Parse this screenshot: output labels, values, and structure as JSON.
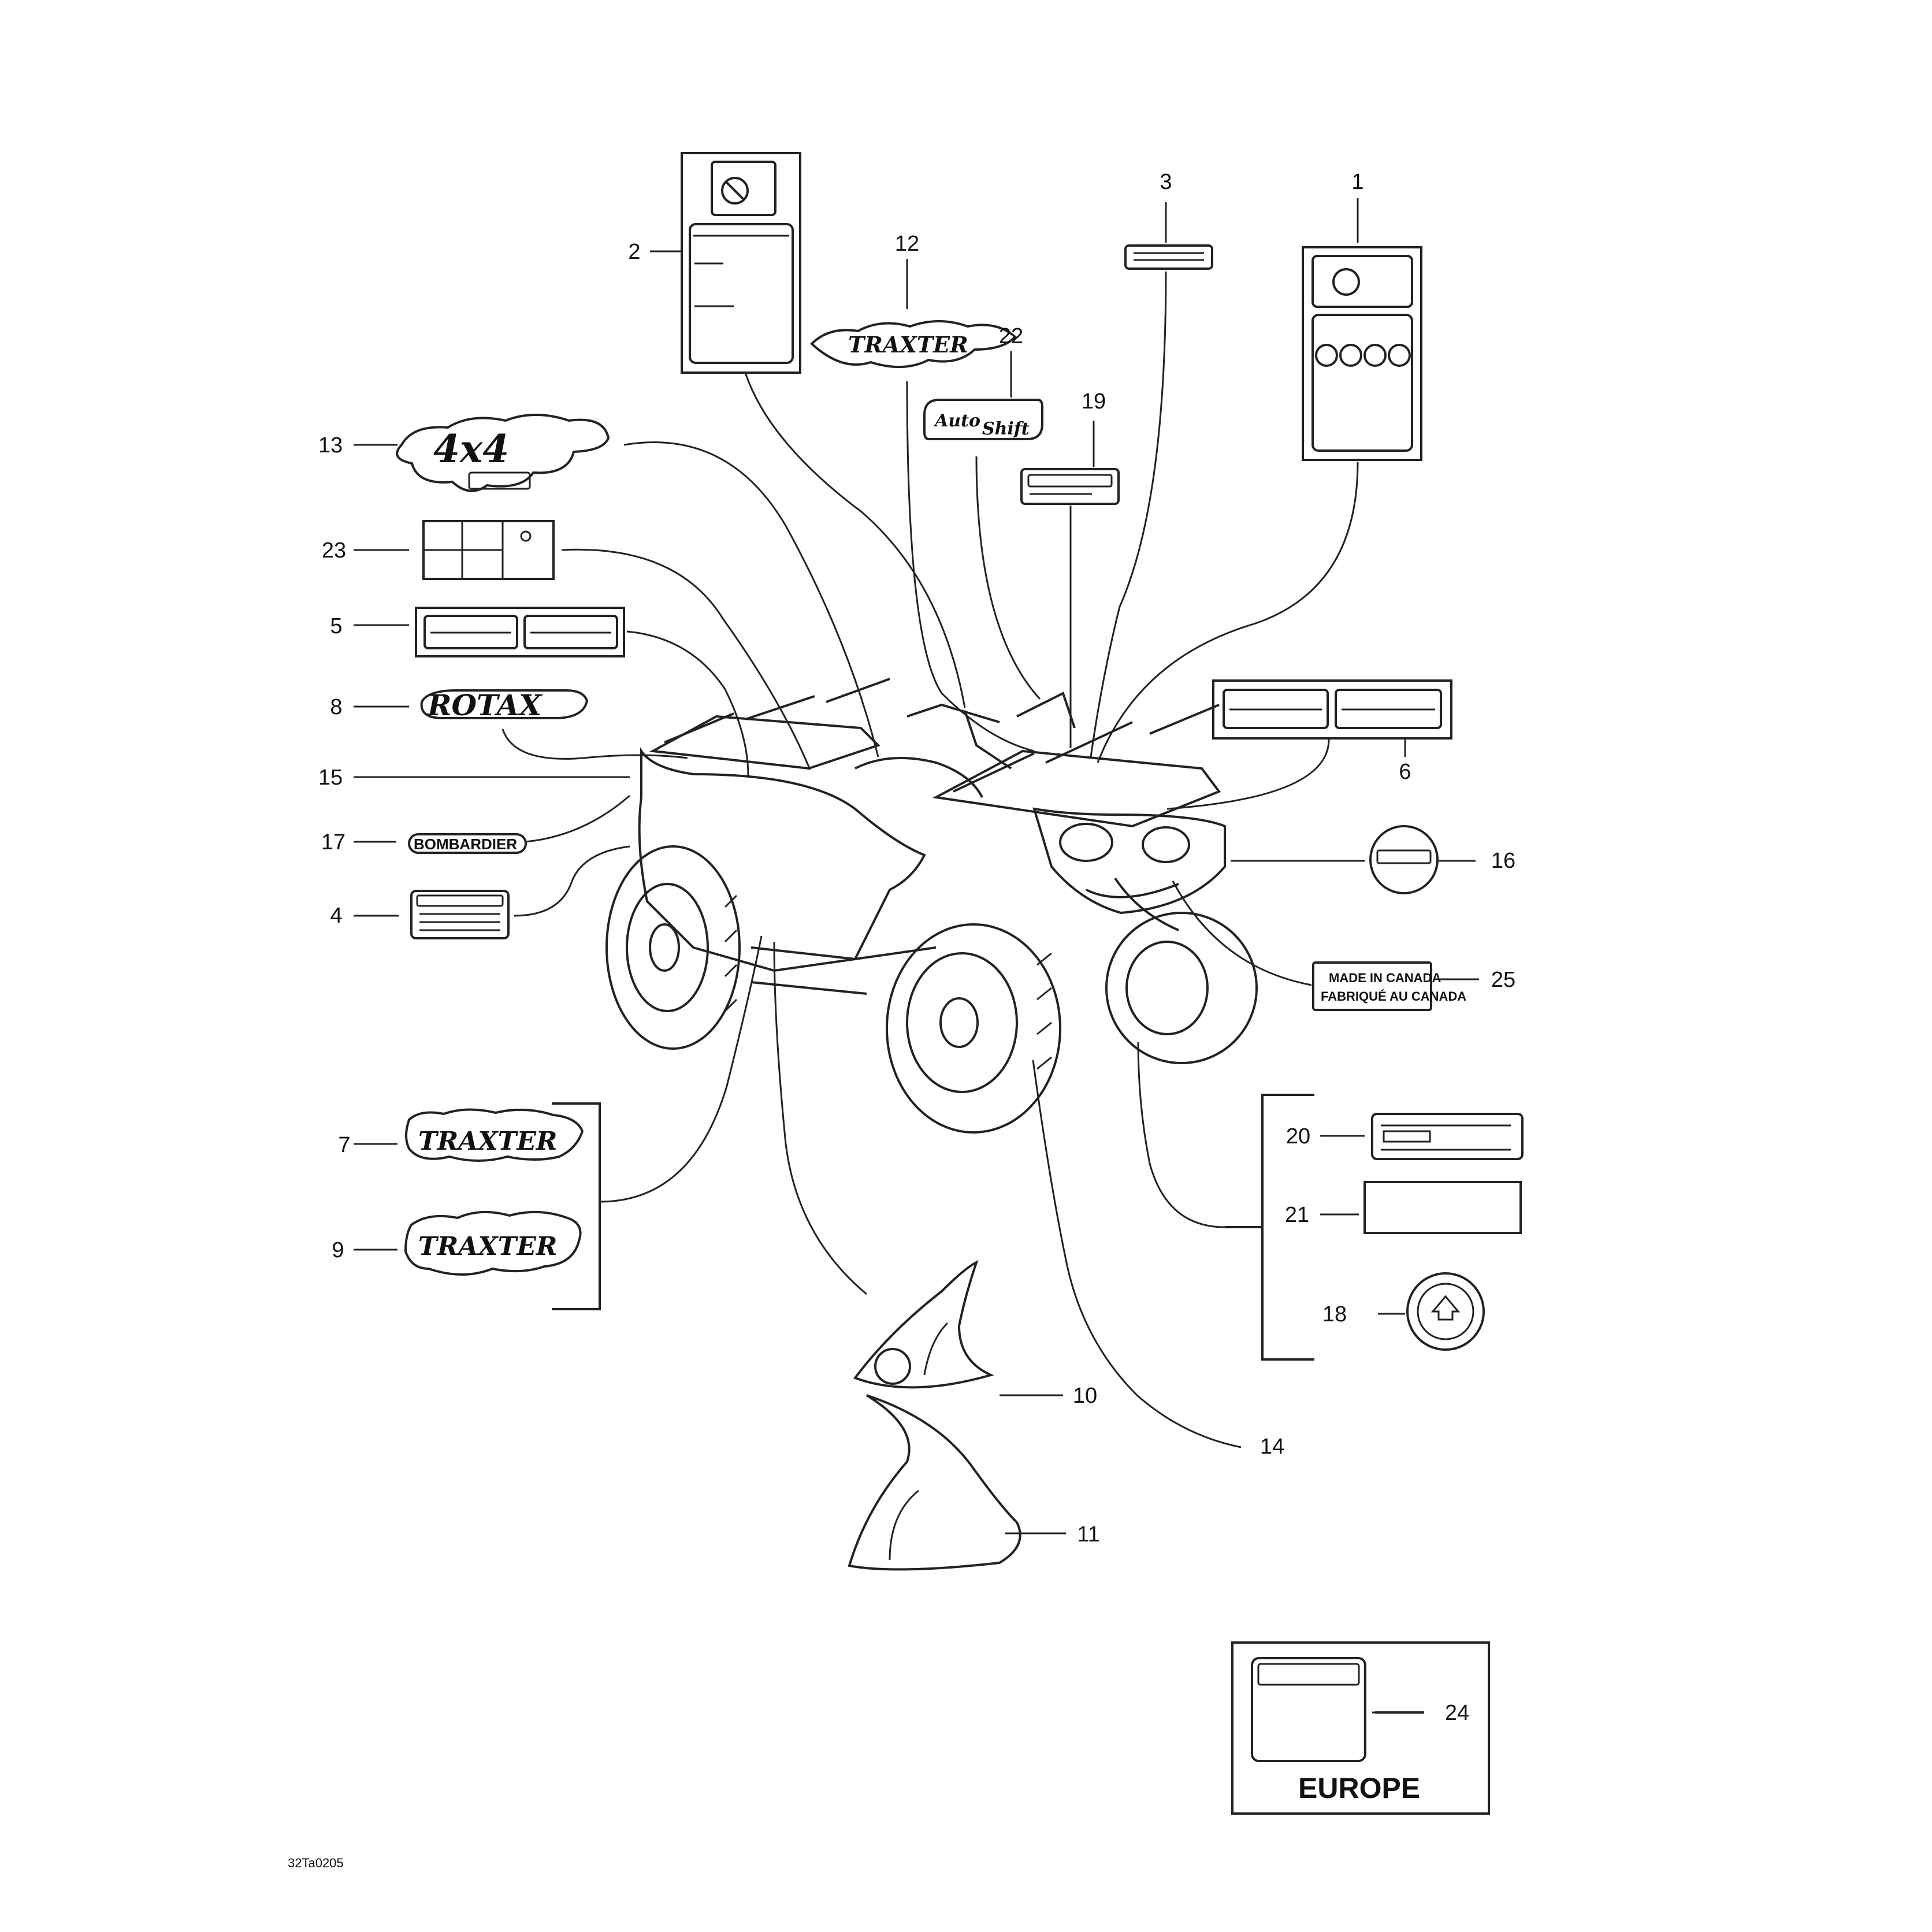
{
  "callouts": {
    "n1": "1",
    "n2": "2",
    "n3": "3",
    "n4": "4",
    "n5": "5",
    "n6": "6",
    "n7": "7",
    "n8": "8",
    "n9": "9",
    "n10": "10",
    "n11": "11",
    "n12": "12",
    "n13": "13",
    "n14": "14",
    "n15": "15",
    "n16": "16",
    "n17": "17",
    "n18": "18",
    "n19": "19",
    "n20": "20",
    "n21": "21",
    "n22": "22",
    "n23": "23",
    "n24": "24",
    "n25": "25"
  },
  "decals": {
    "traxter": "TRAXTER",
    "rotax": "ROTAX",
    "four_by_four": "4x4",
    "auto_shift_1": "Auto",
    "auto_shift_2": "Shift",
    "bombardier": "BOMBARDIER",
    "made_in_canada": "MADE IN CANADA",
    "fabrique_au_canada": "FABRIQUÉ AU CANADA"
  },
  "europe_label": "EUROPE",
  "drawing_code": "32Ta0205",
  "icons": [
    "warning-decal-icon",
    "atv-vehicle-icon",
    "round-emblem-icon",
    "maple-leaf-seal-icon"
  ]
}
